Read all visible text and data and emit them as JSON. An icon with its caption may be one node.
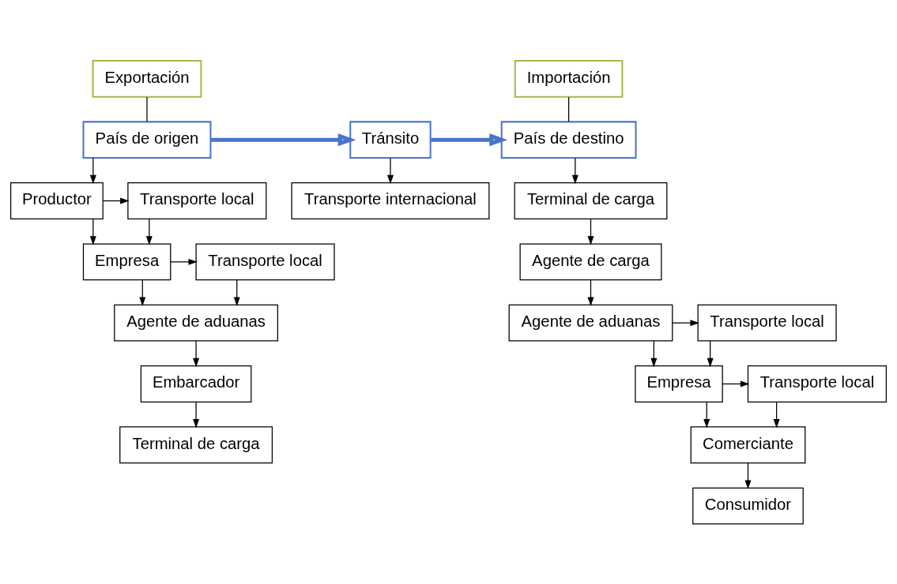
{
  "diagram": {
    "nodes": [
      {
        "text": [
          "Exportación"
        ]
      },
      {
        "text": [
          "Importación"
        ]
      },
      {
        "text": [
          "País de origen"
        ]
      },
      {
        "text": [
          "Tránsito"
        ]
      },
      {
        "text": [
          "País de destino"
        ]
      },
      {
        "text": [
          "Productor"
        ]
      },
      {
        "text": [
          "Transporte local"
        ]
      },
      {
        "text": [
          "Empresa"
        ]
      },
      {
        "text": [
          "Transporte local"
        ]
      },
      {
        "text": [
          "Agente de aduanas"
        ]
      },
      {
        "text": [
          "Embarcador"
        ]
      },
      {
        "text": [
          "Terminal de carga"
        ]
      },
      {
        "text": [
          "Transporte internacional"
        ]
      },
      {
        "text": [
          "Terminal de carga"
        ]
      },
      {
        "text": [
          "Agente de carga"
        ]
      },
      {
        "text": [
          "Agente de aduanas"
        ]
      },
      {
        "text": [
          "Transporte local"
        ]
      },
      {
        "text": [
          "Empresa"
        ]
      },
      {
        "text": [
          "Transporte local"
        ]
      },
      {
        "text": [
          "Comerciante"
        ]
      },
      {
        "text": [
          "Consumidor"
        ]
      }
    ],
    "edges": [
      {
        "from": 0,
        "to": 2,
        "arrow": "none"
      },
      {
        "from": 1,
        "to": 4,
        "arrow": "none"
      },
      {
        "from": 2,
        "to": 3,
        "arrow": "to",
        "style": "thick",
        "color": "#4a74c9"
      },
      {
        "from": 3,
        "to": 4,
        "arrow": "to",
        "style": "thick",
        "color": "#4a74c9"
      },
      {
        "from": 2,
        "to": 5,
        "arrow": "to"
      },
      {
        "from": 3,
        "to": 12,
        "arrow": "to"
      },
      {
        "from": 4,
        "to": 13,
        "arrow": "to"
      },
      {
        "from": 5,
        "to": 6,
        "arrow": "to"
      },
      {
        "from": 5,
        "to": 7,
        "arrow": "to"
      },
      {
        "from": 6,
        "to": 7,
        "arrow": "to"
      },
      {
        "from": 7,
        "to": 8,
        "arrow": "to"
      },
      {
        "from": 7,
        "to": 9,
        "arrow": "to"
      },
      {
        "from": 8,
        "to": 9,
        "arrow": "to"
      },
      {
        "from": 9,
        "to": 10,
        "arrow": "to"
      },
      {
        "from": 10,
        "to": 11,
        "arrow": "to"
      },
      {
        "from": 13,
        "to": 14,
        "arrow": "to"
      },
      {
        "from": 14,
        "to": 15,
        "arrow": "to"
      },
      {
        "from": 15,
        "to": 16,
        "arrow": "to"
      },
      {
        "from": 15,
        "to": 17,
        "arrow": "to"
      },
      {
        "from": 16,
        "to": 17,
        "arrow": "to"
      },
      {
        "from": 17,
        "to": 18,
        "arrow": "to"
      },
      {
        "from": 17,
        "to": 19,
        "arrow": "to"
      },
      {
        "from": 18,
        "to": 19,
        "arrow": "to"
      },
      {
        "from": 19,
        "to": 20,
        "arrow": "to"
      }
    ]
  }
}
